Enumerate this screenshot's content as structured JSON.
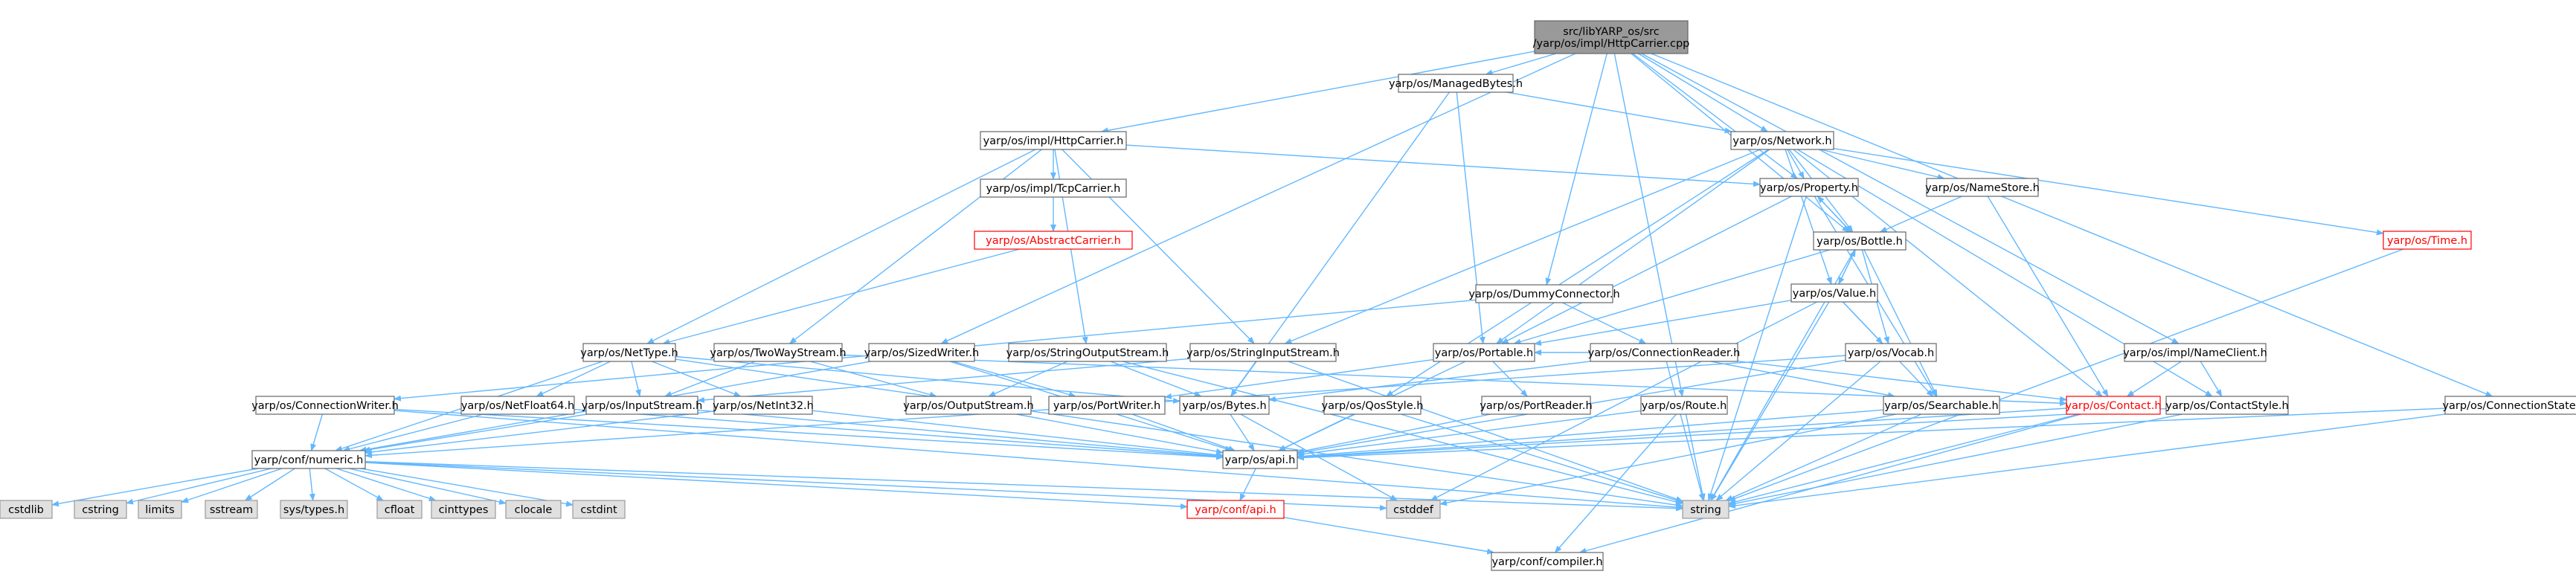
{
  "colors": {
    "edge": "#63b8ff",
    "node_border": "#666666",
    "node_fill": "#ffffff",
    "root_fill": "#999999",
    "root_border": "#666666",
    "red_border": "#ff0000",
    "red_text": "#ff0000",
    "system_fill": "#e0e0e0",
    "system_border": "#999999",
    "text": "#000000"
  },
  "nodes": [
    {
      "id": "root",
      "lines": [
        "src/libYARP_os/src",
        "/yarp/os/impl/HttpCarrier.cpp"
      ],
      "style": "root"
    },
    {
      "id": "http_h",
      "lines": [
        "yarp/os/impl/HttpCarrier.h"
      ],
      "style": "normal"
    },
    {
      "id": "managed",
      "lines": [
        "yarp/os/ManagedBytes.h"
      ],
      "style": "normal"
    },
    {
      "id": "network",
      "lines": [
        "yarp/os/Network.h"
      ],
      "style": "normal"
    },
    {
      "id": "tcp",
      "lines": [
        "yarp/os/impl/TcpCarrier.h"
      ],
      "style": "normal"
    },
    {
      "id": "property",
      "lines": [
        "yarp/os/Property.h"
      ],
      "style": "normal"
    },
    {
      "id": "namestore",
      "lines": [
        "yarp/os/NameStore.h"
      ],
      "style": "normal"
    },
    {
      "id": "abstract",
      "lines": [
        "yarp/os/AbstractCarrier.h"
      ],
      "style": "red"
    },
    {
      "id": "bottle",
      "lines": [
        "yarp/os/Bottle.h"
      ],
      "style": "normal"
    },
    {
      "id": "time",
      "lines": [
        "yarp/os/Time.h"
      ],
      "style": "red"
    },
    {
      "id": "dummy",
      "lines": [
        "yarp/os/DummyConnector.h"
      ],
      "style": "normal"
    },
    {
      "id": "value",
      "lines": [
        "yarp/os/Value.h"
      ],
      "style": "normal"
    },
    {
      "id": "nettype",
      "lines": [
        "yarp/os/NetType.h"
      ],
      "style": "normal"
    },
    {
      "id": "twoway",
      "lines": [
        "yarp/os/TwoWayStream.h"
      ],
      "style": "normal"
    },
    {
      "id": "sized",
      "lines": [
        "yarp/os/SizedWriter.h"
      ],
      "style": "normal"
    },
    {
      "id": "sos",
      "lines": [
        "yarp/os/StringOutputStream.h"
      ],
      "style": "normal"
    },
    {
      "id": "sis",
      "lines": [
        "yarp/os/StringInputStream.h"
      ],
      "style": "normal"
    },
    {
      "id": "portable",
      "lines": [
        "yarp/os/Portable.h"
      ],
      "style": "normal"
    },
    {
      "id": "connreader",
      "lines": [
        "yarp/os/ConnectionReader.h"
      ],
      "style": "normal"
    },
    {
      "id": "vocab",
      "lines": [
        "yarp/os/Vocab.h"
      ],
      "style": "normal"
    },
    {
      "id": "nameclient",
      "lines": [
        "yarp/os/impl/NameClient.h"
      ],
      "style": "normal"
    },
    {
      "id": "connwriter",
      "lines": [
        "yarp/os/ConnectionWriter.h"
      ],
      "style": "normal"
    },
    {
      "id": "netfloat",
      "lines": [
        "yarp/os/NetFloat64.h"
      ],
      "style": "normal"
    },
    {
      "id": "inputstream",
      "lines": [
        "yarp/os/InputStream.h"
      ],
      "style": "normal"
    },
    {
      "id": "netint",
      "lines": [
        "yarp/os/NetInt32.h"
      ],
      "style": "normal"
    },
    {
      "id": "outputstream",
      "lines": [
        "yarp/os/OutputStream.h"
      ],
      "style": "normal"
    },
    {
      "id": "portwriter",
      "lines": [
        "yarp/os/PortWriter.h"
      ],
      "style": "normal"
    },
    {
      "id": "bytes",
      "lines": [
        "yarp/os/Bytes.h"
      ],
      "style": "normal"
    },
    {
      "id": "qos",
      "lines": [
        "yarp/os/QosStyle.h"
      ],
      "style": "normal"
    },
    {
      "id": "portreader",
      "lines": [
        "yarp/os/PortReader.h"
      ],
      "style": "normal"
    },
    {
      "id": "route",
      "lines": [
        "yarp/os/Route.h"
      ],
      "style": "normal"
    },
    {
      "id": "searchable",
      "lines": [
        "yarp/os/Searchable.h"
      ],
      "style": "normal"
    },
    {
      "id": "contact",
      "lines": [
        "yarp/os/Contact.h"
      ],
      "style": "red"
    },
    {
      "id": "contactstyle",
      "lines": [
        "yarp/os/ContactStyle.h"
      ],
      "style": "normal"
    },
    {
      "id": "connstate",
      "lines": [
        "yarp/os/ConnectionState.h"
      ],
      "style": "normal"
    },
    {
      "id": "numeric",
      "lines": [
        "yarp/conf/numeric.h"
      ],
      "style": "normal"
    },
    {
      "id": "api",
      "lines": [
        "yarp/os/api.h"
      ],
      "style": "normal"
    },
    {
      "id": "cstdlib",
      "lines": [
        "cstdlib"
      ],
      "style": "system"
    },
    {
      "id": "cstring",
      "lines": [
        "cstring"
      ],
      "style": "system"
    },
    {
      "id": "limits",
      "lines": [
        "limits"
      ],
      "style": "system"
    },
    {
      "id": "sstream",
      "lines": [
        "sstream"
      ],
      "style": "system"
    },
    {
      "id": "systypes",
      "lines": [
        "sys/types.h"
      ],
      "style": "system"
    },
    {
      "id": "cfloat",
      "lines": [
        "cfloat"
      ],
      "style": "system"
    },
    {
      "id": "cinttypes",
      "lines": [
        "cinttypes"
      ],
      "style": "system"
    },
    {
      "id": "clocale",
      "lines": [
        "clocale"
      ],
      "style": "system"
    },
    {
      "id": "cstdint",
      "lines": [
        "cstdint"
      ],
      "style": "system"
    },
    {
      "id": "confapi",
      "lines": [
        "yarp/conf/api.h"
      ],
      "style": "red"
    },
    {
      "id": "cstddef",
      "lines": [
        "cstddef"
      ],
      "style": "system"
    },
    {
      "id": "string",
      "lines": [
        "string"
      ],
      "style": "system"
    },
    {
      "id": "compiler",
      "lines": [
        "yarp/conf/compiler.h"
      ],
      "style": "normal"
    }
  ],
  "edges": [
    [
      "root",
      "http_h"
    ],
    [
      "root",
      "managed"
    ],
    [
      "root",
      "network"
    ],
    [
      "root",
      "property"
    ],
    [
      "root",
      "bottle"
    ],
    [
      "root",
      "dummy"
    ],
    [
      "root",
      "sized"
    ],
    [
      "root",
      "route"
    ],
    [
      "root",
      "nameclient"
    ],
    [
      "root",
      "connstate"
    ],
    [
      "http_h",
      "tcp"
    ],
    [
      "http_h",
      "nettype"
    ],
    [
      "http_h",
      "twoway"
    ],
    [
      "http_h",
      "sos"
    ],
    [
      "http_h",
      "sis"
    ],
    [
      "http_h",
      "property"
    ],
    [
      "tcp",
      "abstract"
    ],
    [
      "abstract",
      "nettype"
    ],
    [
      "managed",
      "network"
    ],
    [
      "managed",
      "portable"
    ],
    [
      "managed",
      "bytes"
    ],
    [
      "network",
      "property"
    ],
    [
      "network",
      "namestore"
    ],
    [
      "network",
      "time"
    ],
    [
      "network",
      "bottle"
    ],
    [
      "network",
      "value"
    ],
    [
      "network",
      "portable"
    ],
    [
      "network",
      "qos"
    ],
    [
      "network",
      "contact"
    ],
    [
      "network",
      "contactstyle"
    ],
    [
      "network",
      "sis"
    ],
    [
      "property",
      "bottle"
    ],
    [
      "property",
      "searchable"
    ],
    [
      "property",
      "portable"
    ],
    [
      "property",
      "string"
    ],
    [
      "namestore",
      "bottle"
    ],
    [
      "namestore",
      "contact"
    ],
    [
      "bottle",
      "property"
    ],
    [
      "bottle",
      "value"
    ],
    [
      "bottle",
      "portable"
    ],
    [
      "bottle",
      "searchable"
    ],
    [
      "bottle",
      "vocab"
    ],
    [
      "bottle",
      "string"
    ],
    [
      "value",
      "bottle"
    ],
    [
      "value",
      "portable"
    ],
    [
      "value",
      "searchable"
    ],
    [
      "value",
      "vocab"
    ],
    [
      "value",
      "string"
    ],
    [
      "value",
      "cstddef"
    ],
    [
      "time",
      "string"
    ],
    [
      "dummy",
      "connreader"
    ],
    [
      "dummy",
      "connwriter"
    ],
    [
      "connreader",
      "portable"
    ],
    [
      "connreader",
      "contact"
    ],
    [
      "connreader",
      "searchable"
    ],
    [
      "connreader",
      "bytes"
    ],
    [
      "connreader",
      "string"
    ],
    [
      "nettype",
      "netint"
    ],
    [
      "nettype",
      "netfloat"
    ],
    [
      "nettype",
      "inputstream"
    ],
    [
      "nettype",
      "bytes"
    ],
    [
      "nettype",
      "numeric"
    ],
    [
      "nettype",
      "string"
    ],
    [
      "twoway",
      "inputstream"
    ],
    [
      "twoway",
      "outputstream"
    ],
    [
      "twoway",
      "contact"
    ],
    [
      "sized",
      "portwriter"
    ],
    [
      "sized",
      "api"
    ],
    [
      "sized",
      "numeric"
    ],
    [
      "sos",
      "outputstream"
    ],
    [
      "sos",
      "string"
    ],
    [
      "sos",
      "bytes"
    ],
    [
      "sis",
      "inputstream"
    ],
    [
      "sis",
      "string"
    ],
    [
      "sis",
      "bytes"
    ],
    [
      "portable",
      "portreader"
    ],
    [
      "portable",
      "portwriter"
    ],
    [
      "portable",
      "api"
    ],
    [
      "vocab",
      "api"
    ],
    [
      "vocab",
      "string"
    ],
    [
      "vocab",
      "numeric"
    ],
    [
      "nameclient",
      "contact"
    ],
    [
      "nameclient",
      "contactstyle"
    ],
    [
      "connwriter",
      "api"
    ],
    [
      "connwriter",
      "numeric"
    ],
    [
      "connwriter",
      "string"
    ],
    [
      "netfloat",
      "api"
    ],
    [
      "netfloat",
      "numeric"
    ],
    [
      "inputstream",
      "api"
    ],
    [
      "inputstream",
      "numeric"
    ],
    [
      "netint",
      "api"
    ],
    [
      "netint",
      "numeric"
    ],
    [
      "outputstream",
      "api"
    ],
    [
      "portwriter",
      "api"
    ],
    [
      "portreader",
      "api"
    ],
    [
      "bytes",
      "api"
    ],
    [
      "bytes",
      "cstddef"
    ],
    [
      "qos",
      "api"
    ],
    [
      "qos",
      "string"
    ],
    [
      "route",
      "api"
    ],
    [
      "route",
      "string"
    ],
    [
      "route",
      "compiler"
    ],
    [
      "searchable",
      "api"
    ],
    [
      "searchable",
      "string"
    ],
    [
      "searchable",
      "cstddef"
    ],
    [
      "contact",
      "api"
    ],
    [
      "contact",
      "string"
    ],
    [
      "contact",
      "compiler"
    ],
    [
      "contactstyle",
      "api"
    ],
    [
      "contactstyle",
      "string"
    ],
    [
      "connstate",
      "api"
    ],
    [
      "connstate",
      "string"
    ],
    [
      "numeric",
      "cstdlib"
    ],
    [
      "numeric",
      "cstring"
    ],
    [
      "numeric",
      "limits"
    ],
    [
      "numeric",
      "sstream"
    ],
    [
      "numeric",
      "systypes"
    ],
    [
      "numeric",
      "cfloat"
    ],
    [
      "numeric",
      "cinttypes"
    ],
    [
      "numeric",
      "clocale"
    ],
    [
      "numeric",
      "cstdint"
    ],
    [
      "numeric",
      "confapi"
    ],
    [
      "numeric",
      "cstddef"
    ],
    [
      "numeric",
      "string"
    ],
    [
      "api",
      "confapi"
    ],
    [
      "confapi",
      "compiler"
    ]
  ]
}
